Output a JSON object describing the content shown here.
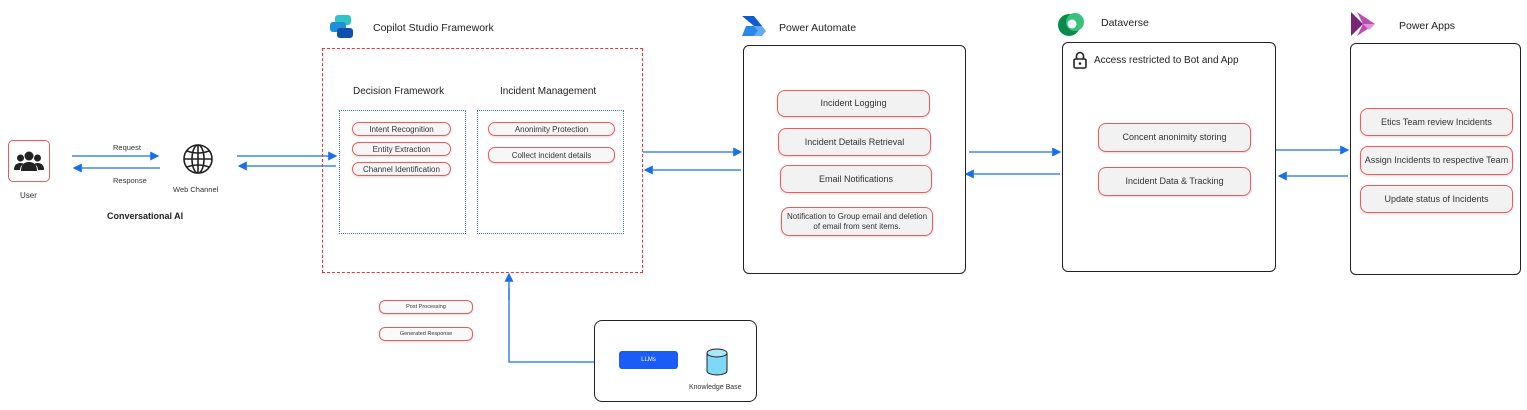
{
  "user": {
    "label": "User"
  },
  "conversational_ai": {
    "label": "Conversational AI"
  },
  "web_channel": {
    "label": "Web Channel"
  },
  "arrows": {
    "request": "Request",
    "response": "Response"
  },
  "copilot": {
    "title": "Copilot Studio  Framework",
    "decision": {
      "heading": "Decision Framework",
      "items": [
        "Intent Recognition",
        "Entity Extraction",
        "Channel Identification"
      ]
    },
    "incident": {
      "heading": "Incident Management",
      "items": [
        "Anonimity Protection",
        "Collect incident details"
      ]
    }
  },
  "post_processing": {
    "items": [
      "Post Processing",
      "Generated Response"
    ]
  },
  "knowledge": {
    "llm": "LLMs",
    "kb": "Knowledge Base"
  },
  "power_automate": {
    "title": "Power Automate",
    "items": [
      "Incident Logging",
      "Incident Details Retrieval",
      "Email Notifications",
      "Notification to Group email and deletion of email from sent items."
    ]
  },
  "dataverse": {
    "title": "Dataverse",
    "access": "Access restricted to Bot and App",
    "items": [
      "Concent anonimity storing",
      "Incident Data & Tracking"
    ]
  },
  "power_apps": {
    "title": "Power Apps",
    "items": [
      "Etics Team review Incidents",
      "Assign Incidents to respective Team",
      "Update status of Incidents"
    ]
  },
  "colors": {
    "accent_red": "#f05a5f",
    "arrow_blue": "#1a6fe8",
    "llm_blue": "#1a5cf5",
    "db_cyan": "#7fd8f5"
  }
}
